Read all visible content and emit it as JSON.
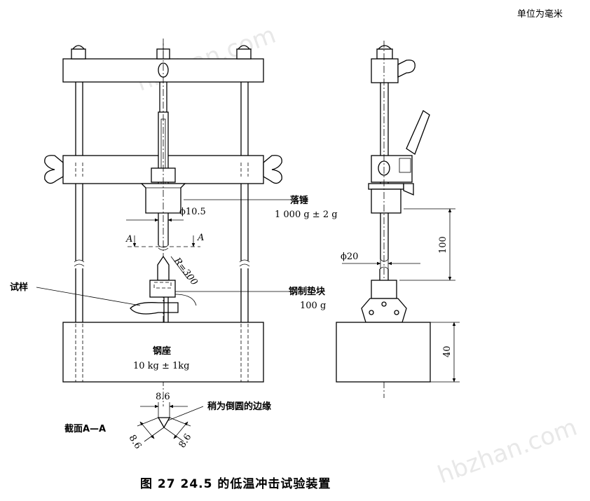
{
  "unit_note": "单位为毫米",
  "watermark": "hbzhan.com",
  "labels": {
    "hammer": "落锤",
    "hammer_mass": "1 000 g ± 2 g",
    "phi_rod": "ϕ10.5",
    "section_mark": "A",
    "radius": "R=300",
    "steel_pad": "钢制垫块",
    "steel_pad_mass": "100 g",
    "specimen": "试样",
    "base": "钢座",
    "base_mass": "10 kg ± 1kg",
    "phi_side": "ϕ20",
    "dim_100": "100",
    "dim_40": "40",
    "section_title": "截面A—A",
    "dim_86": "8.6",
    "round_edge": "稍为倒圆的边缘"
  },
  "caption": "图 27   24.5 的低温冲击试验装置"
}
